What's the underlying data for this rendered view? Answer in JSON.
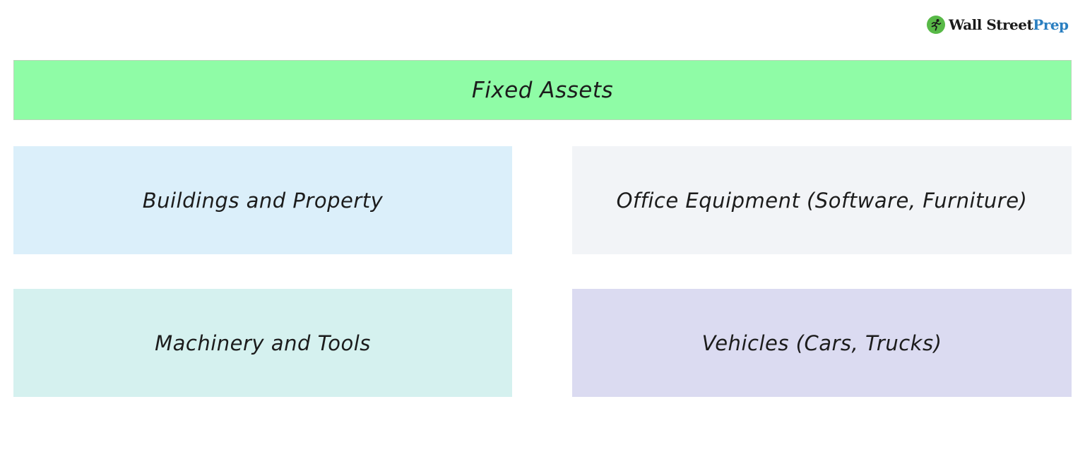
{
  "logo": {
    "word1": "Wall Street",
    "word2": "Prep",
    "mark_icon": "runner-icon",
    "colors": {
      "mark": "#58b947",
      "word1": "#1a1a1a",
      "word2": "#2a7fc1"
    }
  },
  "header": {
    "title": "Fixed Assets",
    "color": "#8ffca6"
  },
  "categories": [
    {
      "label": "Buildings and Property",
      "color": "#dbeffa"
    },
    {
      "label": "Office Equipment (Software, Furniture)",
      "color": "#f2f4f7"
    },
    {
      "label": "Machinery and Tools",
      "color": "#d5f1ef"
    },
    {
      "label": "Vehicles (Cars, Trucks)",
      "color": "#dbdbf1"
    }
  ]
}
